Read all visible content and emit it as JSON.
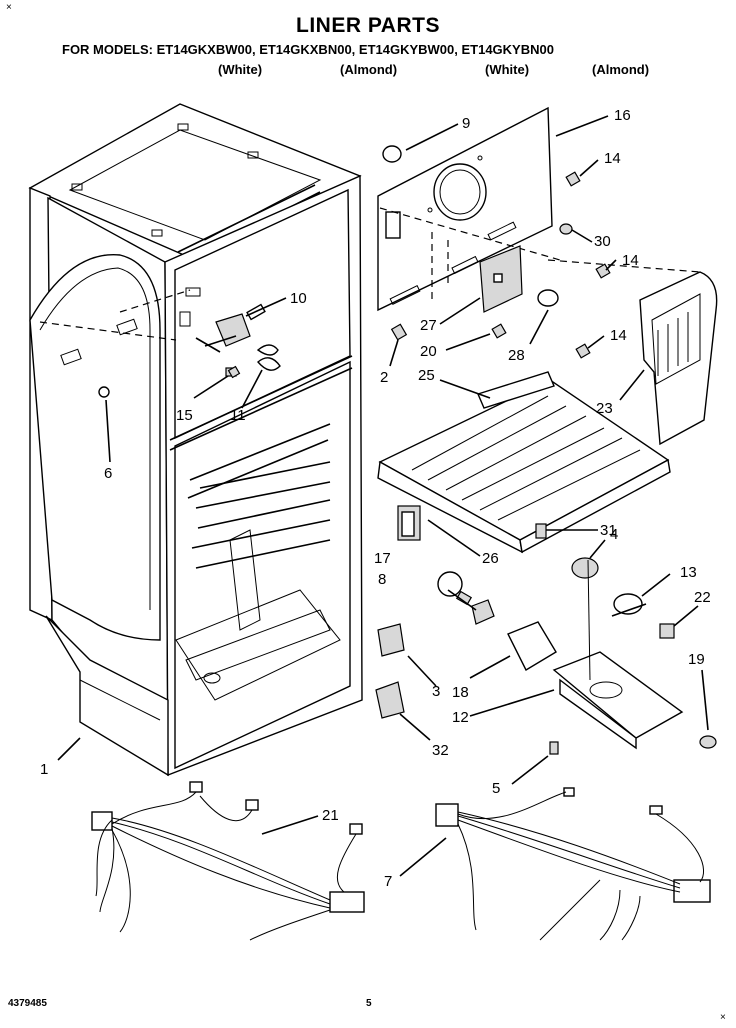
{
  "header": {
    "title": "LINER PARTS",
    "models_line": "FOR MODELS: ET14GKXBW00, ET14GKXBN00, ET14GKYBW00, ET14GKYBN00",
    "variants": [
      "(White)",
      "(Almond)",
      "(White)",
      "(Almond)"
    ]
  },
  "footer": {
    "part_number": "4379485",
    "page_number": "5"
  },
  "corner_marks": [
    "×",
    "×"
  ],
  "callouts": [
    "1",
    "2",
    "3",
    "4",
    "5",
    "6",
    "7",
    "8",
    "9",
    "10",
    "11",
    "12",
    "13",
    "14",
    "14",
    "14",
    "15",
    "16",
    "17",
    "18",
    "19",
    "20",
    "21",
    "22",
    "23",
    "25",
    "26",
    "27",
    "28",
    "30",
    "31",
    "32"
  ]
}
